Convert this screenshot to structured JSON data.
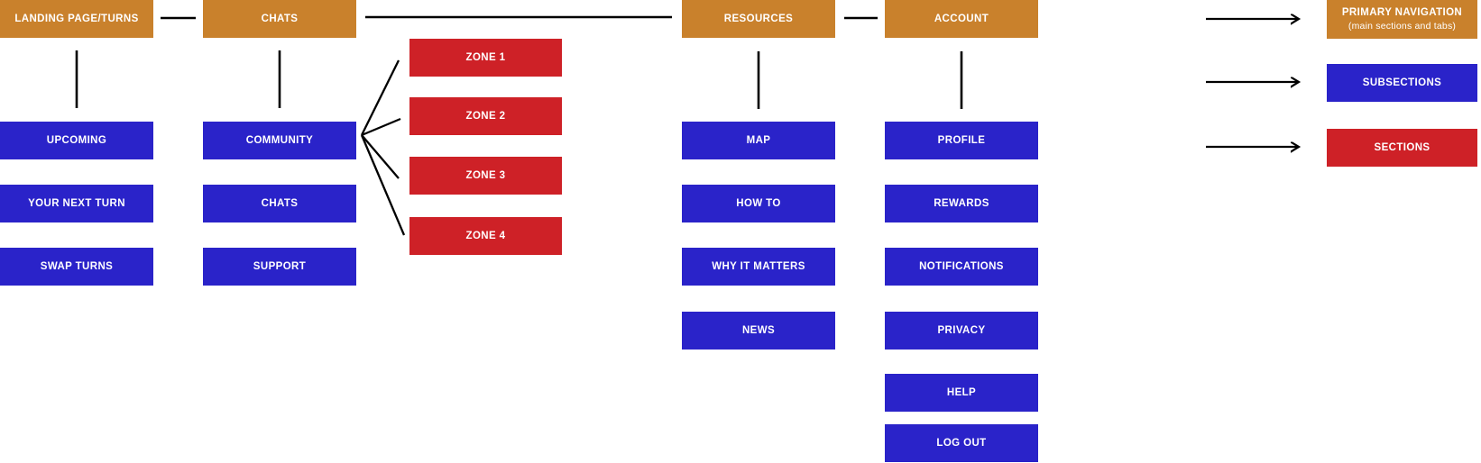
{
  "colors": {
    "primary": "#C9812C",
    "subsection": "#2A23C9",
    "section": "#CE2127",
    "line": "#000000"
  },
  "primary_nav": [
    "LANDING PAGE/TURNS",
    "CHATS",
    "RESOURCES",
    "ACCOUNT"
  ],
  "subsections": {
    "landing": [
      "UPCOMING",
      "YOUR NEXT TURN",
      "SWAP TURNS"
    ],
    "chats": [
      "COMMUNITY",
      "CHATS",
      "SUPPORT"
    ],
    "resources": [
      "MAP",
      "HOW TO",
      "WHY IT MATTERS",
      "NEWS"
    ],
    "account": [
      "PROFILE",
      "REWARDS",
      "NOTIFICATIONS",
      "PRIVACY",
      "HELP",
      "LOG OUT"
    ]
  },
  "sections": [
    "ZONE 1",
    "ZONE 2",
    "ZONE 3",
    "ZONE 4"
  ],
  "legend": {
    "primary": {
      "label": "PRIMARY NAVIGATION",
      "sublabel": "(main sections and tabs)"
    },
    "subsection": {
      "label": "SUBSECTIONS"
    },
    "section": {
      "label": "SECTIONS"
    }
  },
  "connections": [
    "LANDING PAGE/TURNS - CHATS",
    "CHATS - RESOURCES",
    "RESOURCES - ACCOUNT",
    "LANDING PAGE/TURNS - UPCOMING",
    "CHATS - COMMUNITY",
    "RESOURCES - MAP",
    "ACCOUNT - PROFILE",
    "COMMUNITY - ZONE 1",
    "COMMUNITY - ZONE 2",
    "COMMUNITY - ZONE 3",
    "COMMUNITY - ZONE 4"
  ]
}
